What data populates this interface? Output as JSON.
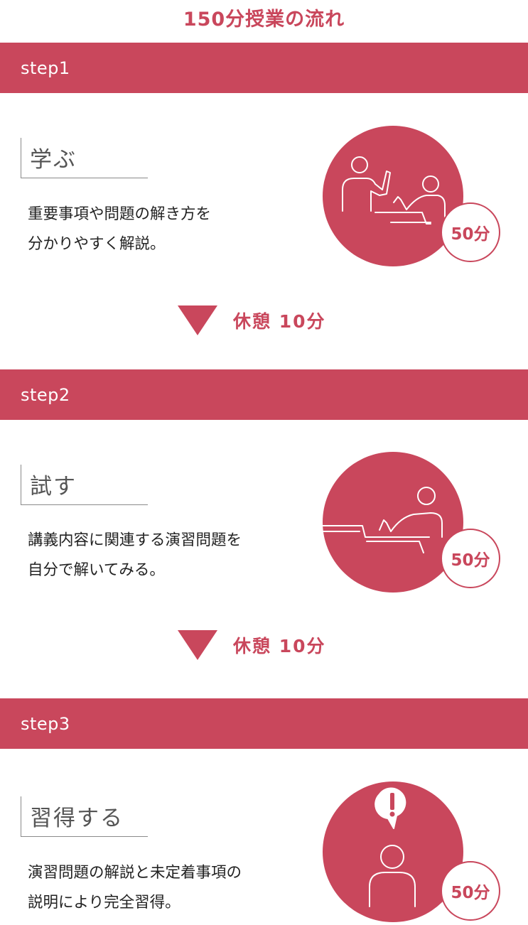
{
  "title": "150分授業の流れ",
  "steps": [
    {
      "label": "step1",
      "heading": "学ぶ",
      "lines": [
        "重要事項や問題の解き方を",
        "分かりやすく解説。"
      ],
      "duration": "50分",
      "icon": "teacher-student-icon"
    },
    {
      "label": "step2",
      "heading": "試す",
      "lines": [
        "講義内容に関連する演習問題を",
        "自分で解いてみる。"
      ],
      "duration": "50分",
      "icon": "student-writing-icon"
    },
    {
      "label": "step3",
      "heading": "習得する",
      "lines": [
        "演習問題の解説と未定着事項の",
        "説明により完全習得。"
      ],
      "duration": "50分",
      "icon": "person-exclamation-icon"
    }
  ],
  "breaks": [
    "休憩 10分",
    "休憩 10分"
  ],
  "colors": {
    "accent": "#c9475c",
    "text": "#222222",
    "heading": "#555555"
  }
}
